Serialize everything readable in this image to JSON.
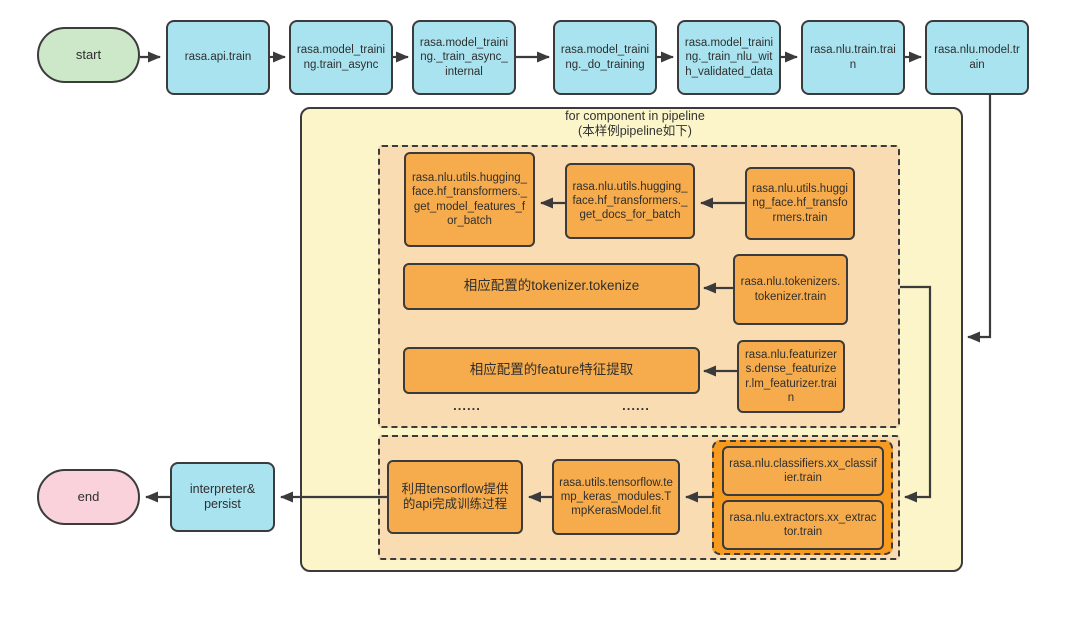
{
  "flow": {
    "start_label": "start",
    "end_label": "end",
    "top_row": [
      "rasa.api.train",
      "rasa.model_training.train_async",
      "rasa.model_training._train_async_internal",
      "rasa.model_training._do_training",
      "rasa.model_training._train_nlu_with_validated_data",
      "rasa.nlu.train.train",
      "rasa.nlu.model.train"
    ],
    "loop": {
      "title": "for component in pipeline",
      "subtitle": "(本样例pipeline如下)"
    },
    "phase1": {
      "get_model_features": "rasa.nlu.utils.hugging_face.hf_transformers._get_model_features_for_batch",
      "get_docs": "rasa.nlu.utils.hugging_face.hf_transformers._get_docs_for_batch",
      "hf_train": "rasa.nlu.utils.hugging_face.hf_transformers.train",
      "tokenize_exec": "相应配置的tokenizer.tokenize",
      "tokenizer_train": "rasa.nlu.tokenizers.tokenizer.train",
      "featurize_exec": "相应配置的feature特征提取",
      "featurizer_train": "rasa.nlu.featurizers.dense_featurizer.lm_featurizer.train",
      "ellipsis": "......"
    },
    "phase2": {
      "tf_api": "利用tensorflow提供\n的api完成训练过程",
      "keras_fit": "rasa.utils.tensorflow.temp_keras_modules.TmpKerasModel.fit",
      "classifier_train": "rasa.nlu.classifiers.xx_classifier.train",
      "extractor_train": "rasa.nlu.extractors.xx_extractor.train"
    },
    "interpreter_label": "interpreter&\npersist",
    "colors": {
      "start_fill": "#cde8c8",
      "process_fill": "#a9e3ef",
      "loop_fill": "#fbf5c9",
      "phase_fill": "#fadcb3",
      "step_fill": "#f6ac4c",
      "group_fill": "#f79b20",
      "end_fill": "#f9d2db",
      "line": "#3b3b3b"
    }
  }
}
